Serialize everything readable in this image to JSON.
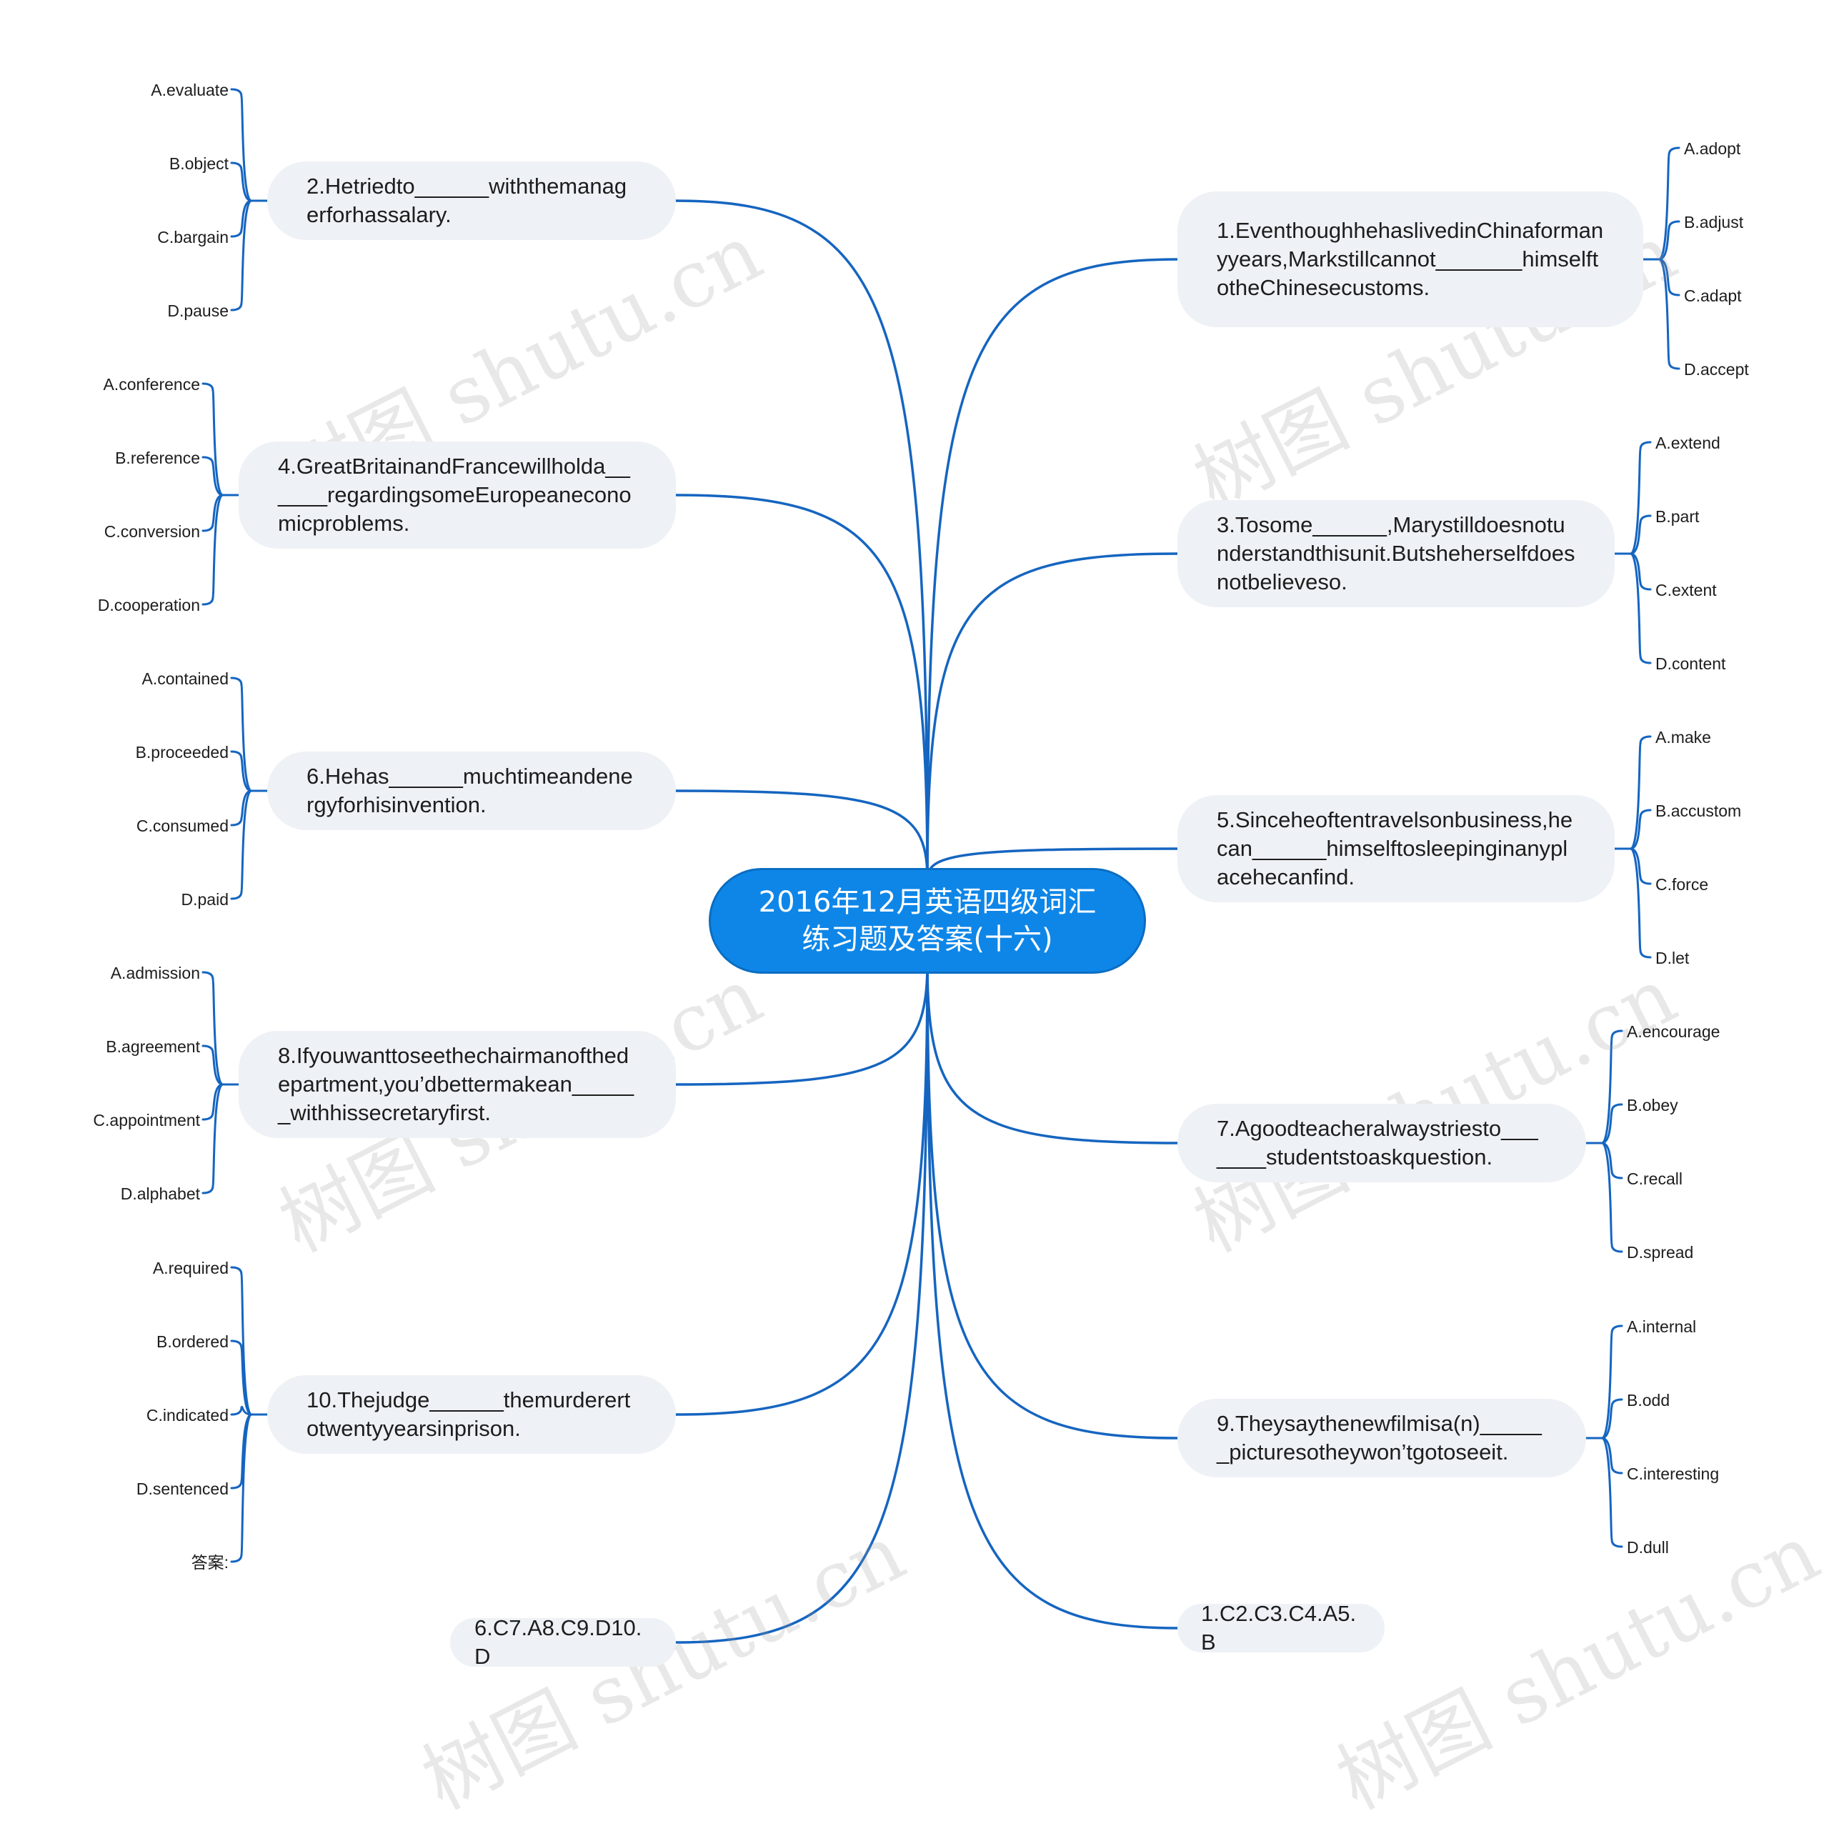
{
  "center": {
    "line1": "2016年12月英语四级词汇",
    "line2": "练习题及答案(十六)"
  },
  "watermark": "树图 shutu.cn",
  "questions": {
    "q1": {
      "text": "1.EventhoughhehaslivedinChinaformanyyears,Markstillcannot_______himselftotheChinesecustoms.",
      "options": [
        "A.adopt",
        "B.adjust",
        "C.adapt",
        "D.accept"
      ]
    },
    "q2": {
      "text": "2.Hetriedto______withthemanagerforhassalary.",
      "options": [
        "A.evaluate",
        "B.object",
        "C.bargain",
        "D.pause"
      ]
    },
    "q3": {
      "text": "3.Tosome______,Marystilldoesnotunderstandthisunit.Butsheherselfdoesnotbelieveso.",
      "options": [
        "A.extend",
        "B.part",
        "C.extent",
        "D.content"
      ]
    },
    "q4": {
      "text": "4.GreatBritainandFrancewillholda______regardingsomeEuropeaneconomicproblems.",
      "options": [
        "A.conference",
        "B.reference",
        "C.conversion",
        "D.cooperation"
      ]
    },
    "q5": {
      "text": "5.Sinceheoftentravelsonbusiness,hecan______himselftosleepinginanyplacehecanfind.",
      "options": [
        "A.make",
        "B.accustom",
        "C.force",
        "D.let"
      ]
    },
    "q6": {
      "text": "6.Hehas______muchtimeandenergyforhisinvention.",
      "options": [
        "A.contained",
        "B.proceeded",
        "C.consumed",
        "D.paid"
      ]
    },
    "q7": {
      "text": "7.Agoodteacheralwaystriesto_______studentstoaskquestion.",
      "options": [
        "A.encourage",
        "B.obey",
        "C.recall",
        "D.spread"
      ]
    },
    "q8": {
      "text": "8.Ifyouwanttoseethechairmanofthedepartment,you’dbettermakean______withhissecretaryfirst.",
      "options": [
        "A.admission",
        "B.agreement",
        "C.appointment",
        "D.alphabet"
      ]
    },
    "q9": {
      "text": "9.Theysaythenewfilmisa(n)______picturesotheywon’tgotoseeit.",
      "options": [
        "A.internal",
        "B.odd",
        "C.interesting",
        "D.dull"
      ]
    },
    "q10": {
      "text": "10.Thejudge______themurderertotwentyyearsinprison.",
      "options": [
        "A.required",
        "B.ordered",
        "C.indicated",
        "D.sentenced",
        "答案:"
      ]
    }
  },
  "answers": {
    "part1": "1.C2.C3.C4.A5.B",
    "part2": "6.C7.A8.C9.D10.D"
  },
  "colors": {
    "link": "#1565c0",
    "center_bg": "#0e86e8",
    "node_bg": "#eef1f5"
  }
}
